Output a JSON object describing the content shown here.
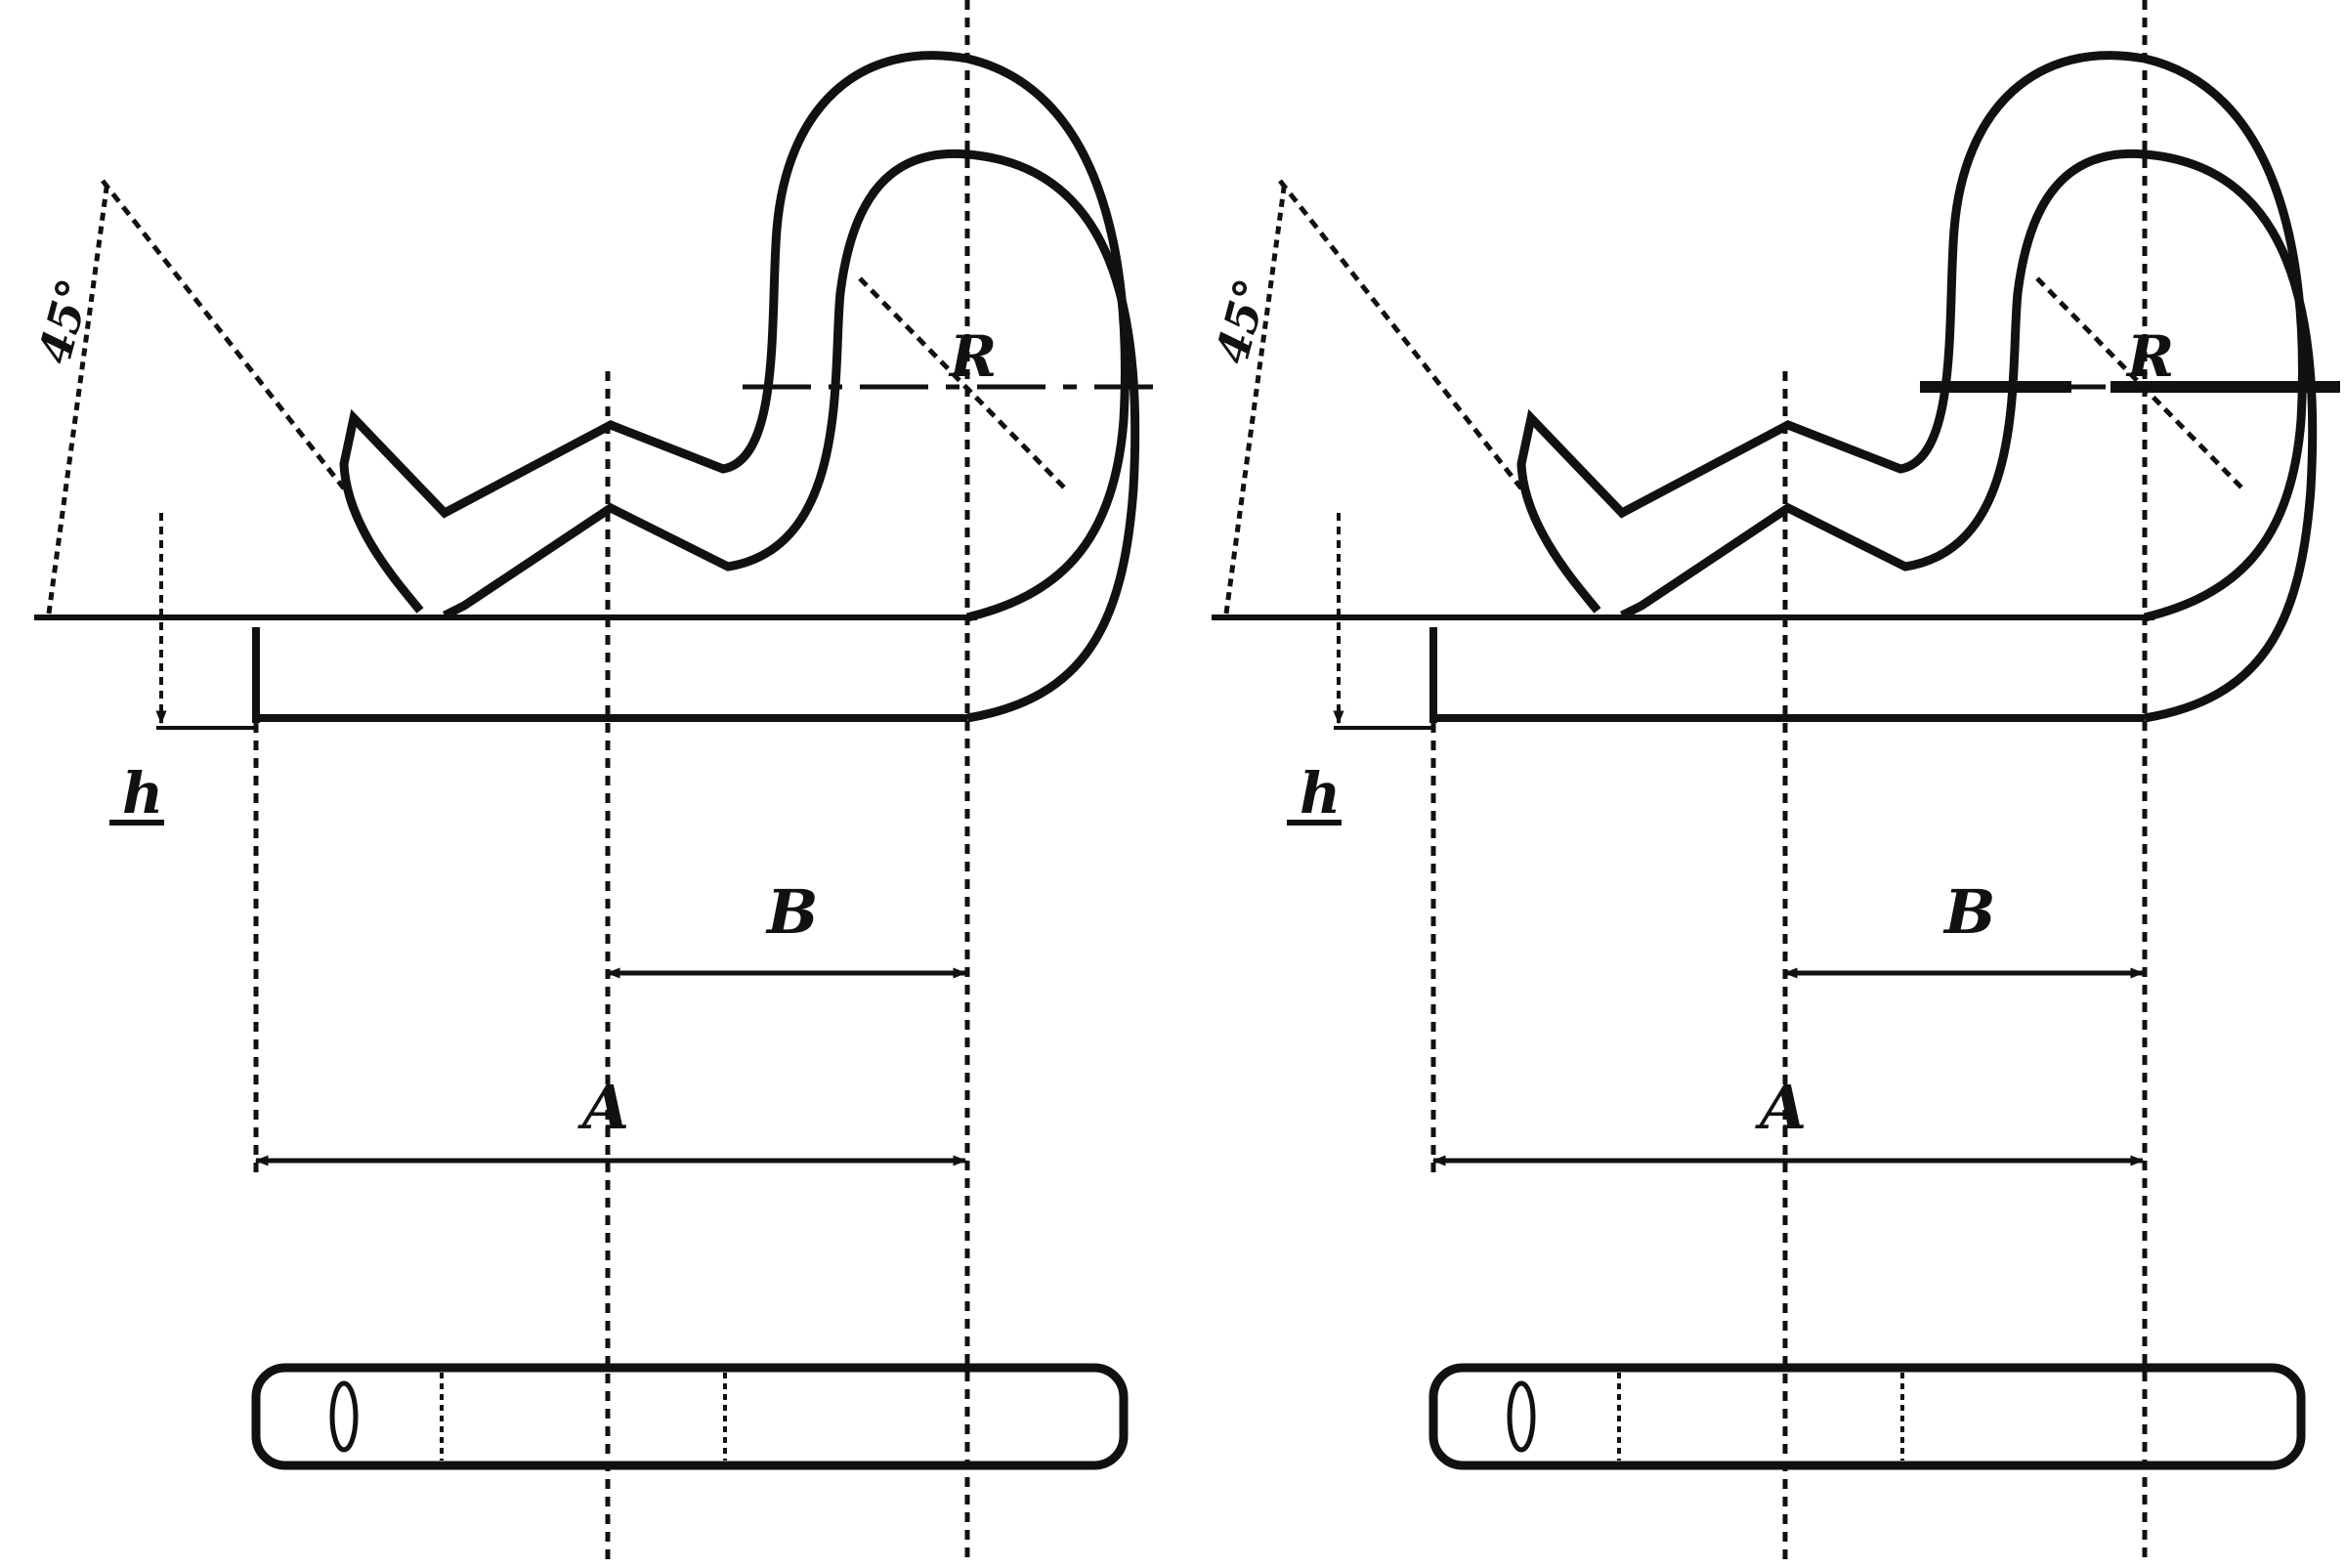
{
  "figures": [
    {
      "id": "left",
      "labels": {
        "angle": "45°",
        "radius": "R",
        "thickness": "h",
        "dim_b": "B",
        "dim_a": "A"
      }
    },
    {
      "id": "right",
      "labels": {
        "angle": "45°",
        "radius": "R",
        "thickness": "h",
        "dim_b": "B",
        "dim_a": "A"
      }
    }
  ],
  "colors": {
    "line": "#111111",
    "background": "#ffffff"
  }
}
